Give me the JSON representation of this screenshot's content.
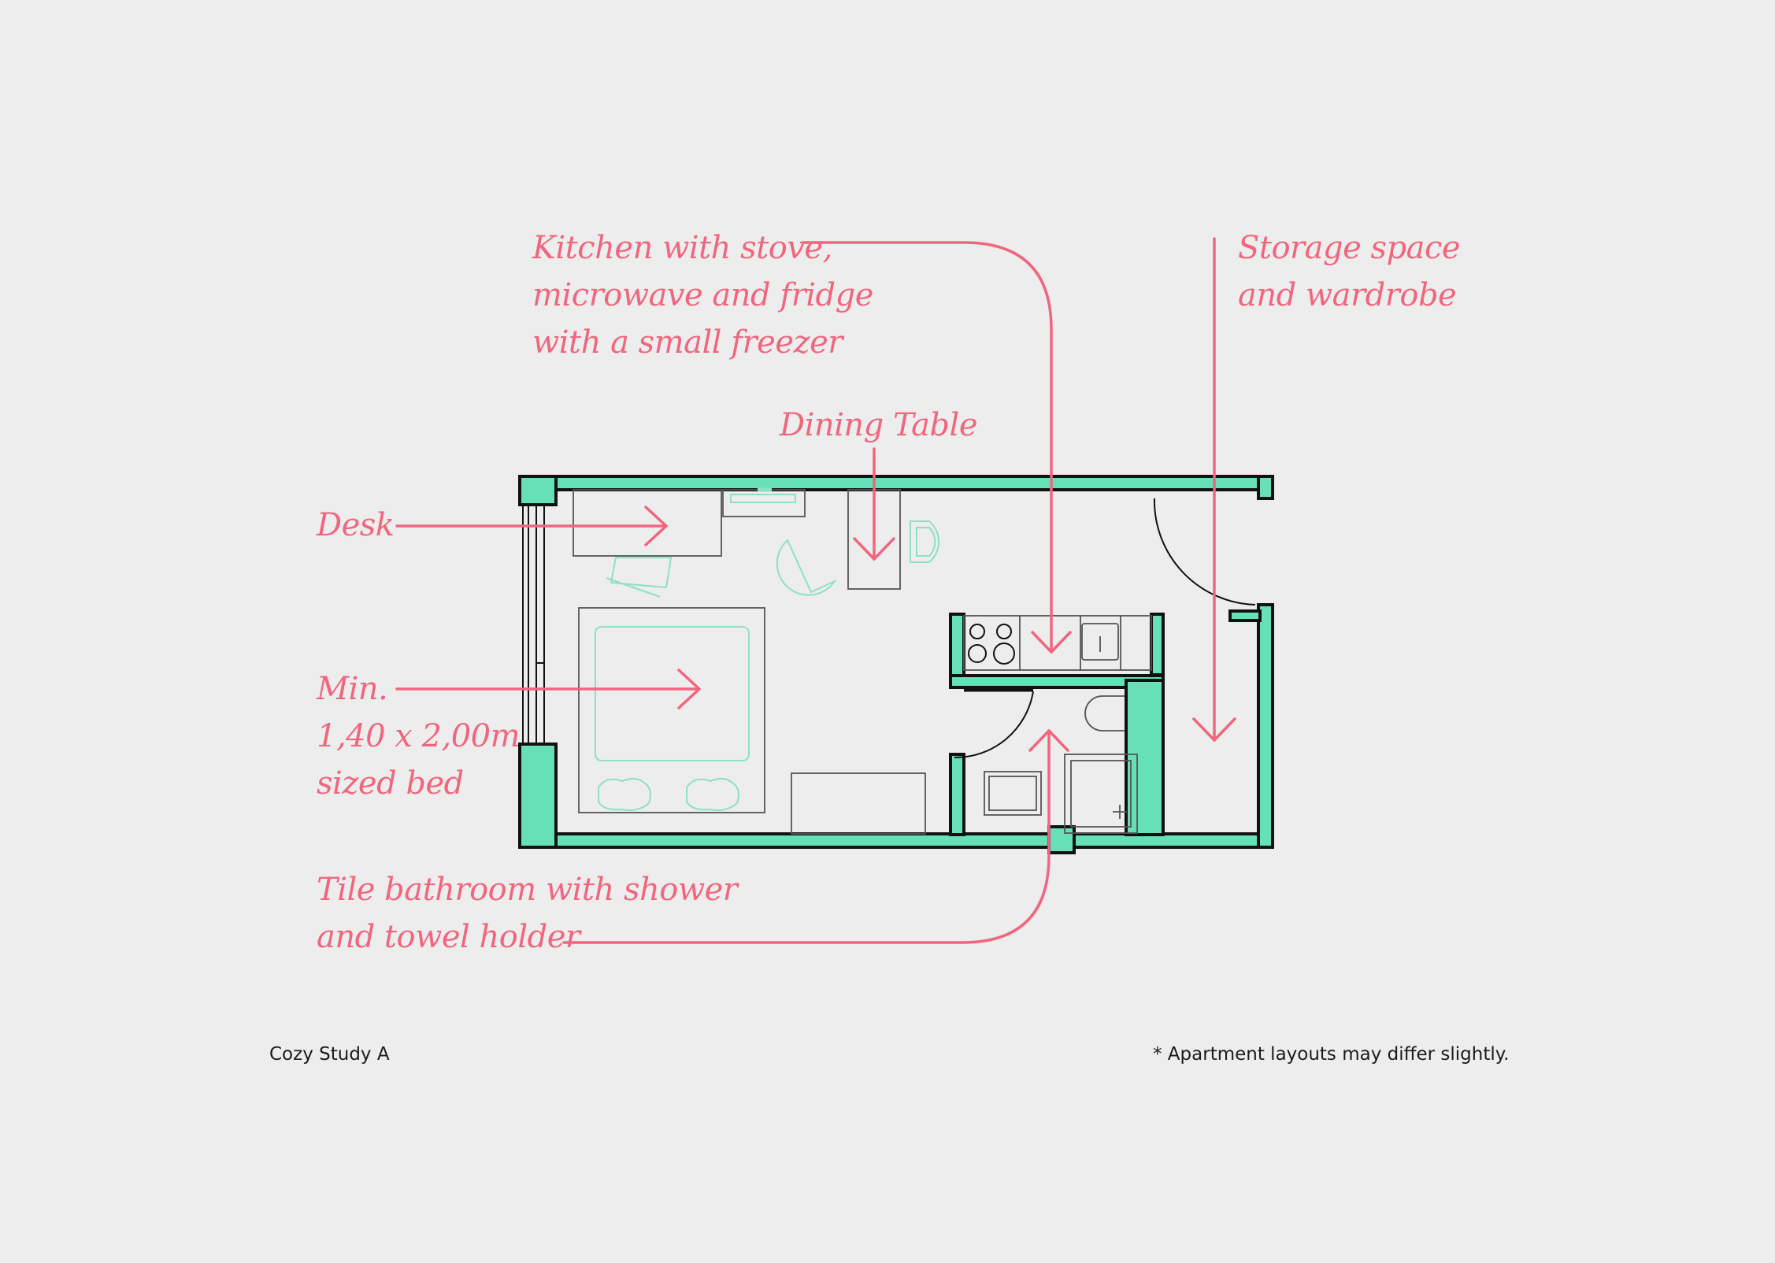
{
  "labels": {
    "kitchen": [
      "Kitchen with stove,",
      "microwave and fridge",
      "with a small freezer"
    ],
    "storage": [
      "Storage space",
      "and wardrobe"
    ],
    "dining": "Dining Table",
    "desk": "Desk",
    "bed": [
      "Min.",
      "1,40 x 2,00m",
      "sized bed"
    ],
    "bathroom": [
      "Tile bathroom with shower",
      "and towel holder"
    ]
  },
  "footer": {
    "name": "Cozy Study A",
    "note": "* Apartment layouts may differ slightly."
  },
  "colors": {
    "background": "#ededed",
    "wall_fill": "#66e0b6",
    "wall_outline": "#111111",
    "annotation": "#f0667e",
    "furniture_line": "#555555",
    "furniture_accent": "#8ee0c4"
  }
}
